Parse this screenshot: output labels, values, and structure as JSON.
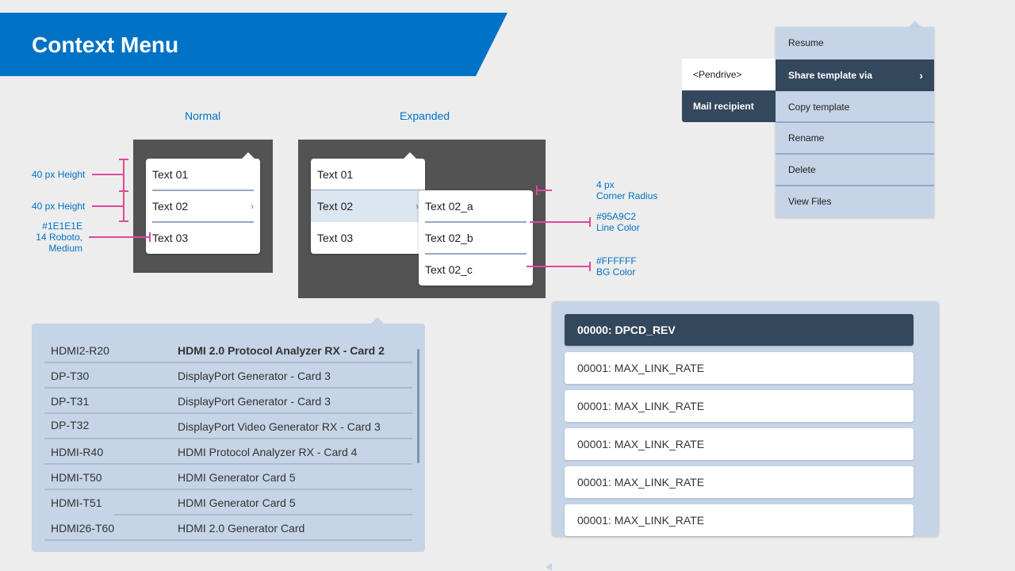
{
  "header": {
    "title": "Context Menu"
  },
  "columns": {
    "normal": "Normal",
    "expanded": "Expanded"
  },
  "normal_menu": {
    "items": [
      "Text 01",
      "Text 02",
      "Text 03"
    ],
    "chevron": "›"
  },
  "expanded_menu": {
    "items": [
      "Text 01",
      "Text 02",
      "Text 03"
    ],
    "chevron": "›",
    "submenu": [
      "Text 02_a",
      "Text 02_b",
      "Text 02_c"
    ]
  },
  "annotations": {
    "height_1": "40 px Height",
    "height_2": "40 px Height",
    "font_color": "#1E1E1E",
    "font_spec": "14 Roboto,",
    "font_weight": "Medium",
    "radius_value": "4 px",
    "radius_label": "Corner Radius",
    "line_color_value": "#95A9C2",
    "line_color_label": "Line Color",
    "bg_color_value": "#FFFFFF",
    "bg_color_label": "BG Color"
  },
  "share_menu": {
    "items": [
      "Resume",
      "Share template via",
      "Copy template",
      "Rename",
      "Delete",
      "View Files"
    ],
    "chevron": "›",
    "submenu": [
      "<Pendrive>",
      "Mail recipient"
    ]
  },
  "device_list": {
    "rows": [
      {
        "id": "HDMI2-R20",
        "name": "HDMI 2.0 Protocol Analyzer RX - Card 2"
      },
      {
        "id": "DP-T30",
        "name": "DisplayPort Generator - Card 3"
      },
      {
        "id": "DP-T31",
        "name": "DisplayPort Generator - Card 3"
      },
      {
        "id": "DP-T32",
        "name": "DisplayPort Video Generator RX - Card 3"
      },
      {
        "id": "HDMI-R40",
        "name": "HDMI Protocol Analyzer RX - Card 4"
      },
      {
        "id": "HDMI-T50",
        "name": "HDMI Generator Card 5"
      },
      {
        "id": "HDMI-T51",
        "name": "HDMI Generator Card 5"
      },
      {
        "id": "HDMI26-T60",
        "name": "HDMI 2.0 Generator Card"
      }
    ]
  },
  "register_list": {
    "items": [
      "00000: DPCD_REV",
      "00001: MAX_LINK_RATE",
      "00001: MAX_LINK_RATE",
      "00001: MAX_LINK_RATE",
      "00001: MAX_LINK_RATE",
      "00001: MAX_LINK_RATE"
    ]
  },
  "colors": {
    "brand": "#0072C6",
    "text": "#1E1E1E",
    "line": "#95A9C2",
    "bg": "#FFFFFF",
    "panel": "#C5D4E6",
    "dark": "#33475D",
    "stage": "#535353",
    "annotation_line": "#E0479E"
  }
}
